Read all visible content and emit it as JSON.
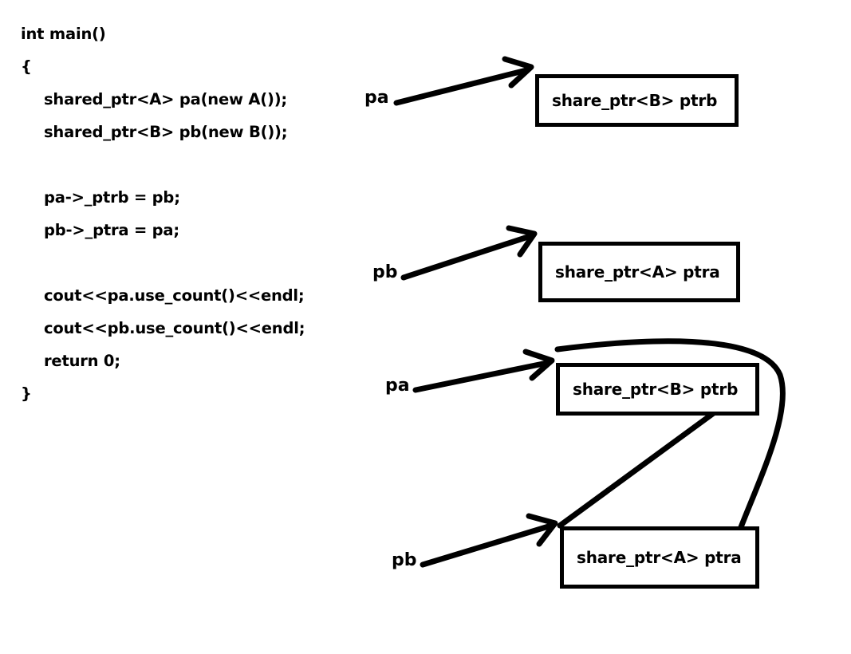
{
  "diagram": {
    "title": "shared_ptr circular reference illustration",
    "stroke_color": "#000000",
    "background_color": "#ffffff"
  },
  "code": {
    "lines": [
      {
        "text": "int main()",
        "indent": 0
      },
      {
        "text": "{",
        "indent": 0
      },
      {
        "text": "shared_ptr<A> pa(new A());",
        "indent": 1
      },
      {
        "text": "shared_ptr<B> pb(new B());",
        "indent": 1
      },
      {
        "text": "",
        "indent": 1
      },
      {
        "text": "pa->_ptrb = pb;",
        "indent": 1
      },
      {
        "text": "pb->_ptra = pa;",
        "indent": 1
      },
      {
        "text": "",
        "indent": 1
      },
      {
        "text": "cout<<pa.use_count()<<endl;",
        "indent": 1
      },
      {
        "text": "cout<<pb.use_count()<<endl;",
        "indent": 1
      },
      {
        "text": "return 0;",
        "indent": 1
      },
      {
        "text": "}",
        "indent": 0
      }
    ]
  },
  "nodes": [
    {
      "id": "node-1",
      "label": "share_ptr<B> ptrb"
    },
    {
      "id": "node-2",
      "label": "share_ptr<A> ptra"
    },
    {
      "id": "node-3",
      "label": "share_ptr<B> ptrb"
    },
    {
      "id": "node-4",
      "label": "share_ptr<A> ptra"
    }
  ],
  "pointer_labels": [
    {
      "id": "ptr-1",
      "text": "pa"
    },
    {
      "id": "ptr-2",
      "text": "pb"
    },
    {
      "id": "ptr-3",
      "text": "pa"
    },
    {
      "id": "ptr-4",
      "text": "pb"
    }
  ]
}
